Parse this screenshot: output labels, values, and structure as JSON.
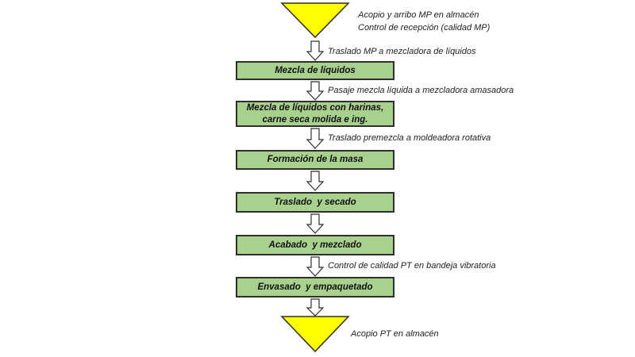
{
  "diagram": {
    "start_triangle": {
      "lines": [
        "Acopio y arribo MP en almacén",
        "Control de recepción (calidad MP)"
      ]
    },
    "steps": [
      {
        "label": "Mezcla de líquidos"
      },
      {
        "label_lines": [
          "Mezcla de líquidos con harinas,",
          "carne seca molida e ing."
        ]
      },
      {
        "label": "Formación de la masa"
      },
      {
        "label": "Traslado  y secado"
      },
      {
        "label": "Acabado  y mezclado"
      },
      {
        "label": "Envasado  y empaquetado"
      }
    ],
    "transitions": [
      {
        "label": "Traslado MP a mezcladora de líquidos"
      },
      {
        "label": "Pasaje mezcla líquida a mezcladora amasadora"
      },
      {
        "label": "Traslado premezcla a moldeadora rotativa"
      },
      {
        "label": ""
      },
      {
        "label": ""
      },
      {
        "label": "Control de calidad PT en bandeja vibratoria"
      },
      {
        "label": ""
      }
    ],
    "end_triangle": {
      "label": "Acopio PT en almacén"
    },
    "colors": {
      "triangle_fill": "#ffff00",
      "step_fill": "#a9d18e",
      "outline": "#2f2f2f"
    }
  }
}
